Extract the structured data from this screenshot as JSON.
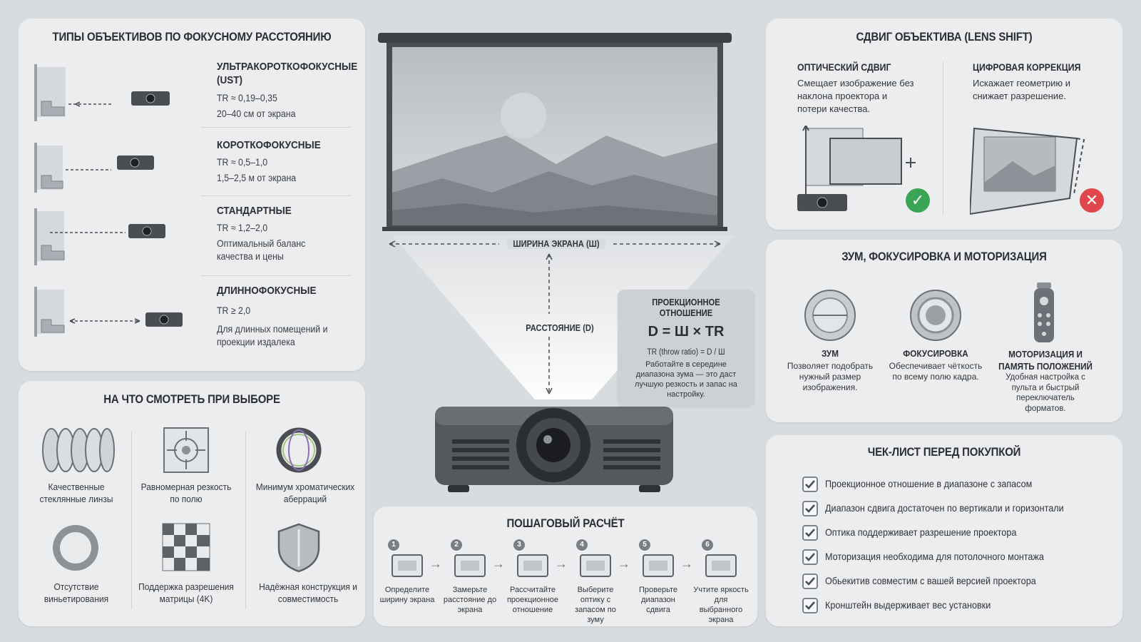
{
  "lens_types": {
    "title": "ТИПЫ ОБЪЕКТИВОВ ПО ФОКУСНОМУ РАССТОЯНИЮ",
    "items": [
      {
        "name": "УЛЬТРАКОРОТКОФОКУСНЫЕ (UST)",
        "tr": "TR ≈ 0,19–0,35",
        "desc": "20–40 см от экрана"
      },
      {
        "name": "КОРОТКОФОКУСНЫЕ",
        "tr": "TR ≈ 0,5–1,0",
        "desc": "1,5–2,5 м от экрана"
      },
      {
        "name": "СТАНДАРТНЫЕ",
        "tr": "TR ≈ 1,2–2,0",
        "desc": "Оптимальный баланс качества и цены"
      },
      {
        "name": "ДЛИННОФОКУСНЫЕ",
        "tr": "TR ≥ 2,0",
        "desc": "Для длинных помещений и проекции издалека"
      }
    ]
  },
  "what_to_look": {
    "title": "НА ЧТО СМОТРЕТЬ ПРИ ВЫБОРЕ",
    "items": [
      {
        "label": "Качественные стеклянные линзы",
        "icon": "glass-lenses-icon"
      },
      {
        "label": "Равномерная резкость по полю",
        "icon": "sharpness-target-icon"
      },
      {
        "label": "Минимум хроматических аберраций",
        "icon": "chromatic-ring-icon"
      },
      {
        "label": "Отсутствие виньетирования",
        "icon": "vignette-ring-icon"
      },
      {
        "label": "Поддержка разрешения матрицы (4K)",
        "icon": "checker-resolution-icon"
      },
      {
        "label": "Надёжная конструкция и совместимость",
        "icon": "shield-icon"
      }
    ]
  },
  "center": {
    "screen_width_label": "ШИРИНА ЭКРАНА (Ш)",
    "distance_label": "РАССТОЯНИЕ (D)",
    "ratio_title": "ПРОЕКЦИОННОЕ ОТНОШЕНИЕ",
    "formula": "D = Ш × TR",
    "formula_note": "TR (throw ratio) = D / Ш",
    "tip": "Работайте в середине диапазона зума — это даст лучшую резкость и запас на настройку."
  },
  "steps": {
    "title": "ПОШАГОВЫЙ РАСЧЁТ",
    "items": [
      {
        "num": "1",
        "label": "Определите ширину экрана"
      },
      {
        "num": "2",
        "label": "Замерьте расстояние до экрана"
      },
      {
        "num": "3",
        "label": "Рассчитайте проекционное отношение"
      },
      {
        "num": "4",
        "label": "Выберите оптику с запасом по зуму"
      },
      {
        "num": "5",
        "label": "Проверьте диапазон сдвига"
      },
      {
        "num": "6",
        "label": "Учтите яркость для выбранного экрана"
      }
    ]
  },
  "lens_shift": {
    "title": "СДВИГ ОБЪЕКТИВА (LENS SHIFT)",
    "optical_title": "ОПТИЧЕСКИЙ СДВИГ",
    "optical_desc": "Смещает изображение без наклона проектора и потери качества.",
    "digital_title": "ЦИФРОВАЯ КОРРЕКЦИЯ",
    "digital_desc": "Искажает геометрию и снижает разрешение.",
    "colors": {
      "good": "#3aa655",
      "bad": "#e0474c"
    }
  },
  "zoom": {
    "title": "ЗУМ, ФОКУСИРОВКА И МОТОРИЗАЦИЯ",
    "items": [
      {
        "name": "ЗУМ",
        "desc": "Позволяет подобрать нужный размер изображения."
      },
      {
        "name": "ФОКУСИРОВКА",
        "desc": "Обеспечивает чёткость по всему полю кадра."
      },
      {
        "name": "МОТОРИЗАЦИЯ И ПАМЯТЬ ПОЛОЖЕНИЙ",
        "desc": "Удобная настройка с пульта и быстрый переключатель форматов."
      }
    ]
  },
  "checklist": {
    "title": "ЧЕК-ЛИСТ ПЕРЕД ПОКУПКОЙ",
    "items": [
      "Проекционное отношение в диапазоне с запасом",
      "Диапазон сдвига достаточен по вертикали и горизонтали",
      "Оптика поддерживает разрешение проектора",
      "Моторизация необходима для потолочного монтажа",
      "Обьекитив совместим с вашей версией проектора",
      "Кронштейн выдерживает вес установки"
    ]
  }
}
